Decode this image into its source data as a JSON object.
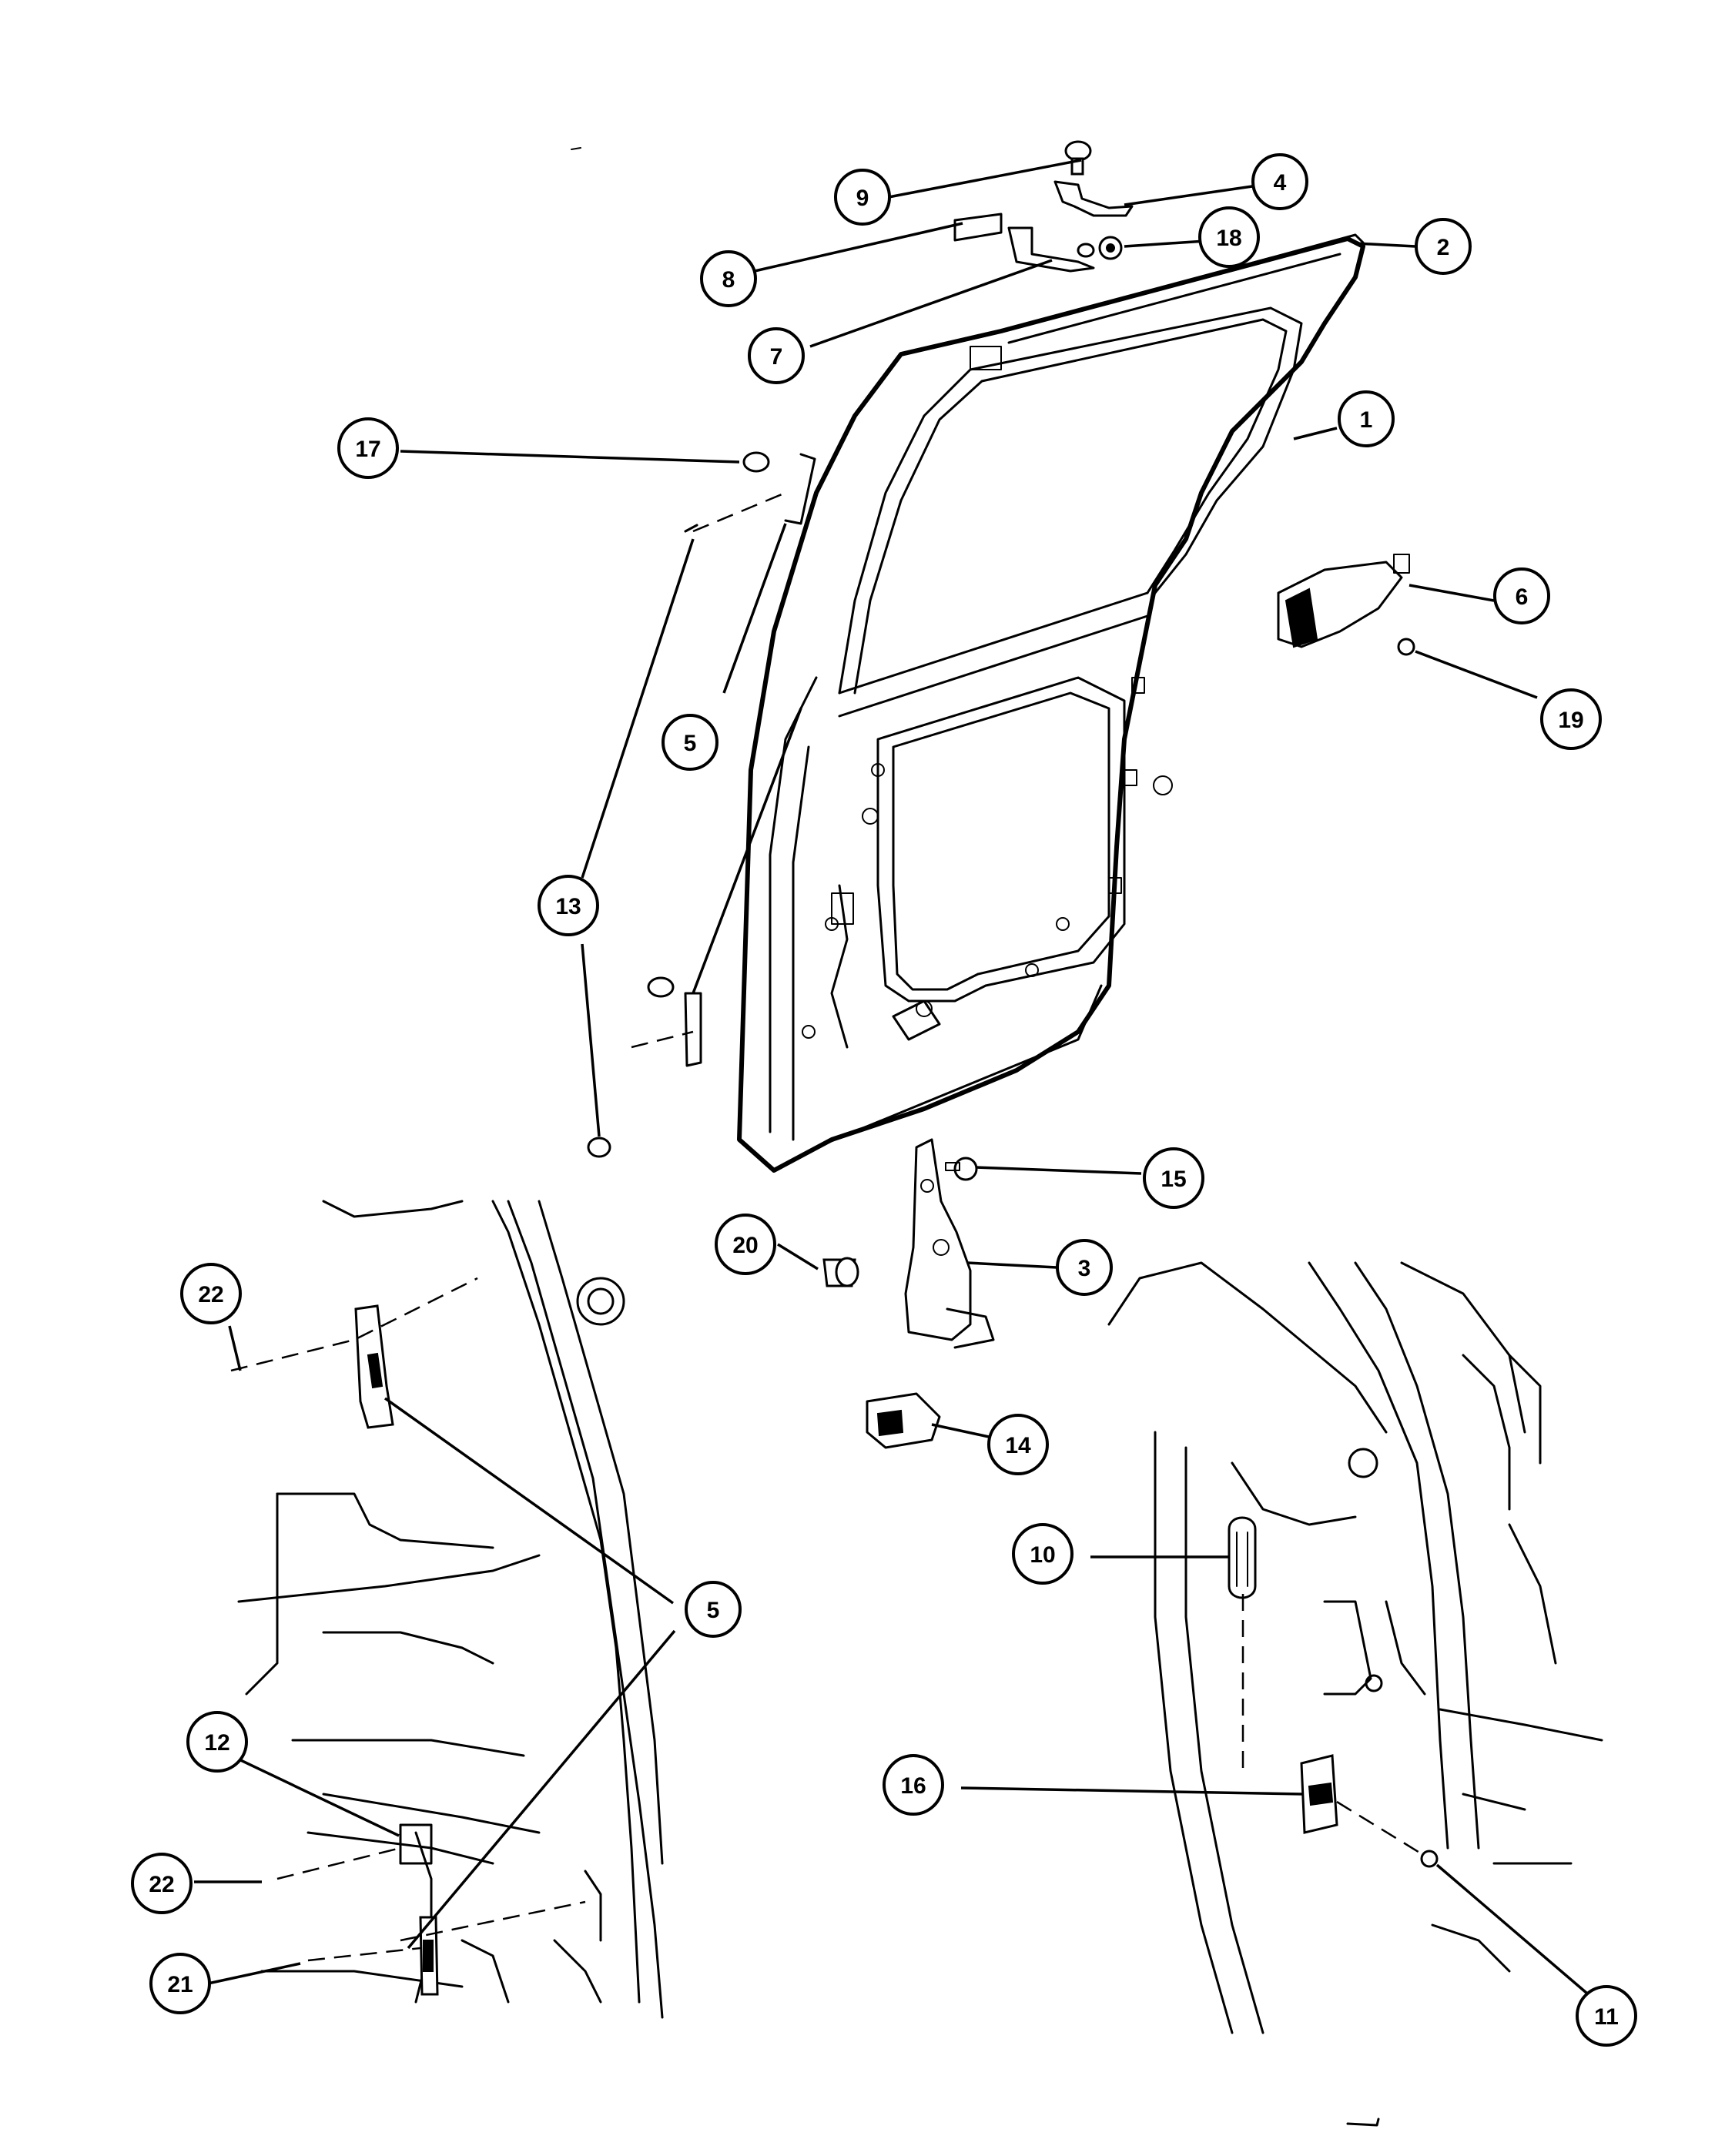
{
  "callouts": [
    {
      "id": "c1",
      "label": "1"
    },
    {
      "id": "c2",
      "label": "2"
    },
    {
      "id": "c3",
      "label": "3"
    },
    {
      "id": "c4",
      "label": "4"
    },
    {
      "id": "c5a",
      "label": "5"
    },
    {
      "id": "c5b",
      "label": "5"
    },
    {
      "id": "c6",
      "label": "6"
    },
    {
      "id": "c7",
      "label": "7"
    },
    {
      "id": "c8",
      "label": "8"
    },
    {
      "id": "c9",
      "label": "9"
    },
    {
      "id": "c10",
      "label": "10"
    },
    {
      "id": "c11",
      "label": "11"
    },
    {
      "id": "c12",
      "label": "12"
    },
    {
      "id": "c13",
      "label": "13"
    },
    {
      "id": "c14",
      "label": "14"
    },
    {
      "id": "c15",
      "label": "15"
    },
    {
      "id": "c16",
      "label": "16"
    },
    {
      "id": "c17",
      "label": "17"
    },
    {
      "id": "c18",
      "label": "18"
    },
    {
      "id": "c19",
      "label": "19"
    },
    {
      "id": "c20",
      "label": "20"
    },
    {
      "id": "c21",
      "label": "21"
    },
    {
      "id": "c22a",
      "label": "22"
    },
    {
      "id": "c22b",
      "label": "22"
    }
  ]
}
